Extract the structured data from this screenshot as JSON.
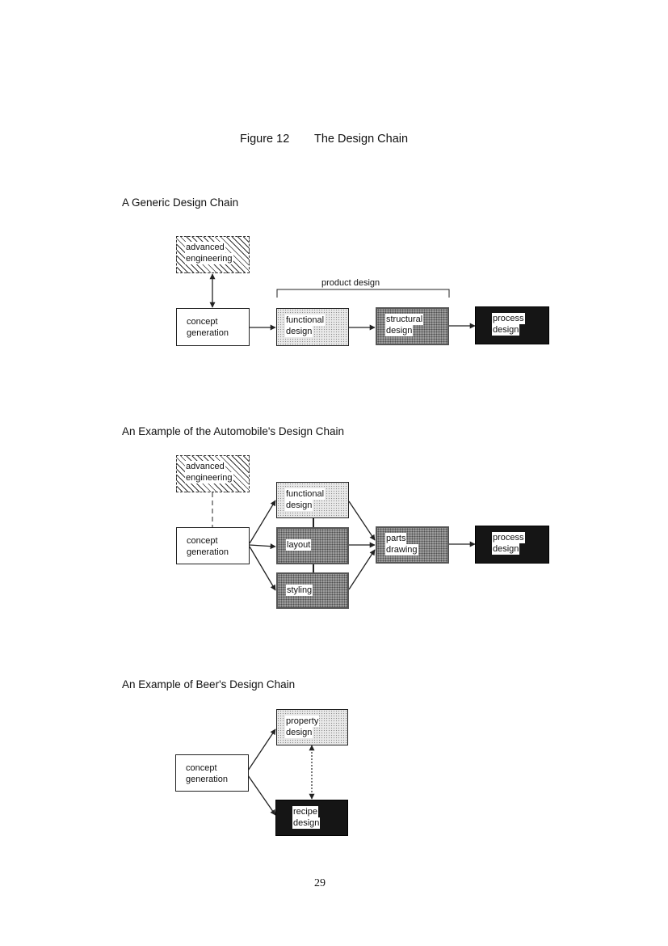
{
  "figure": {
    "number": "Figure 12",
    "title": "The Design Chain"
  },
  "page_number": "29",
  "generic": {
    "title": "A Generic Design Chain",
    "bracket_label": "product design",
    "boxes": {
      "advanced": [
        "advanced",
        "engineering"
      ],
      "concept": [
        "concept",
        "generation"
      ],
      "functional": [
        "functional",
        "design"
      ],
      "structural": [
        "structural",
        "design"
      ],
      "process": [
        "process",
        "design"
      ]
    }
  },
  "automobile": {
    "title": "An Example of the Automobile's Design Chain",
    "boxes": {
      "advanced": [
        "advanced",
        "engineering"
      ],
      "concept": [
        "concept",
        "generation"
      ],
      "functional": [
        "functional",
        "design"
      ],
      "layout": [
        "layout"
      ],
      "styling": [
        "styling"
      ],
      "parts": [
        "parts",
        "drawing"
      ],
      "process": [
        "process",
        "design"
      ]
    }
  },
  "beer": {
    "title": "An Example of Beer's Design Chain",
    "boxes": {
      "concept": [
        "concept",
        "generation"
      ],
      "property": [
        "property",
        "design"
      ],
      "recipe": [
        "recipe",
        "design"
      ]
    }
  },
  "colors": {
    "ink": "#222222",
    "light_fill": "#e9e9e9",
    "medium_fill": "#9c9c9c",
    "dark_fill": "#151515"
  }
}
